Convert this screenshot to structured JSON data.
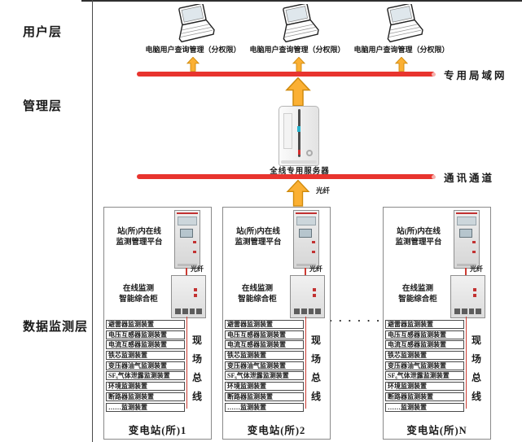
{
  "layer_labels": {
    "user": "用户层",
    "management": "管理层",
    "data_monitoring": "数据监测层"
  },
  "user_layer": {
    "laptops": [
      {
        "label": "电脑用户查询管理（分权限）"
      },
      {
        "label": "电脑用户查询管理（分权限）"
      },
      {
        "label": "电脑用户查询管理（分权限）"
      }
    ],
    "lan_label": "专用局域网"
  },
  "management_layer": {
    "server_label": "全线专用服务器",
    "channel_label": "通讯通道",
    "fiber_label": "光纤"
  },
  "data_layer": {
    "ellipsis": "· · · · · · ·",
    "substations": [
      {
        "name": "变电站(所)1"
      },
      {
        "name": "变电站(所)2"
      },
      {
        "name": "变电站(所)N"
      }
    ],
    "common": {
      "platform_label": [
        "站(所)内在线",
        "监测管理平台"
      ],
      "fiber_label": "光纤",
      "cabinet_label": [
        "在线监测",
        "智能综合柜"
      ],
      "devices": [
        "避雷器监测装置",
        "电压互感器监测装置",
        "电流互感器监测装置",
        "铁芯监测装置",
        "变压器油气监测装置",
        "SF₆气体泄露监测装置",
        "环境监测装置",
        "断路器监测装置",
        "……监测装置"
      ],
      "bus_label": "现场总线"
    }
  },
  "colors": {
    "network_line": "#e8342e",
    "arrow_fill": "#fbb033",
    "arrow_stroke": "#cf8a0d",
    "bus_line": "#cc3b33"
  }
}
